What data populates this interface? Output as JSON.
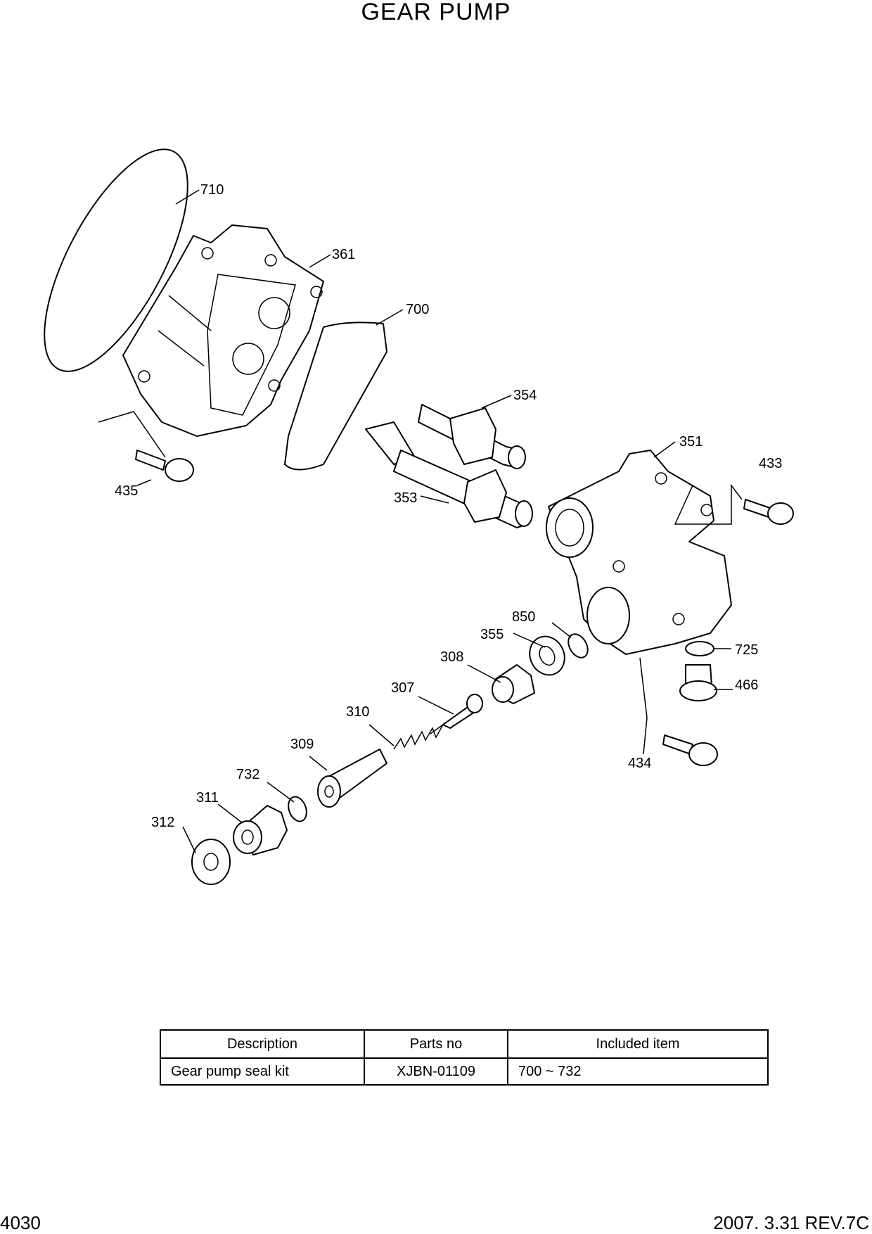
{
  "page": {
    "title": "GEAR PUMP",
    "page_number": "4030",
    "revision": "2007. 3.31  REV.7C"
  },
  "callouts": {
    "p710": "710",
    "p361": "361",
    "p700": "700",
    "p354": "354",
    "p351": "351",
    "p433": "433",
    "p435": "435",
    "p353": "353",
    "p850": "850",
    "p355": "355",
    "p308": "308",
    "p725": "725",
    "p307": "307",
    "p466": "466",
    "p310": "310",
    "p309": "309",
    "p434": "434",
    "p732": "732",
    "p311": "311",
    "p312": "312"
  },
  "table": {
    "headers": [
      "Description",
      "Parts no",
      "Included item"
    ],
    "rows": [
      [
        "Gear pump seal kit",
        "XJBN-01109",
        "700 ~ 732"
      ]
    ]
  }
}
